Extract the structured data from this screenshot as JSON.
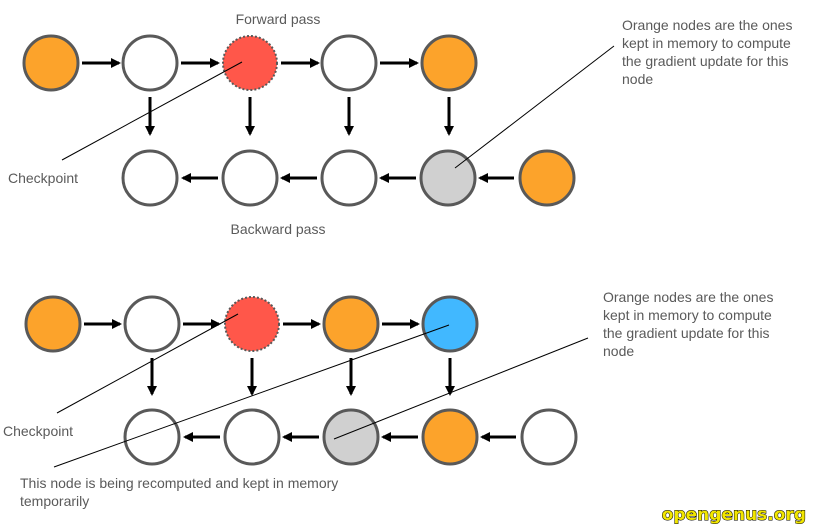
{
  "colors": {
    "orange": "#FCA32B",
    "white": "#FFFFFF",
    "red": "#FF574A",
    "gray": "#D0D0D0",
    "blue": "#41B8FF",
    "node_border": "#595959",
    "arrow": "#000000",
    "text": "#5A5A5A",
    "watermark": "#F2E600"
  },
  "diagrams": [
    {
      "name": "top",
      "forward_label": "Forward pass",
      "backward_label": "Backward pass",
      "checkpoint_label": "Checkpoint",
      "forward_nodes": [
        "orange",
        "white",
        "red-checkpoint",
        "white",
        "orange"
      ],
      "backward_nodes": [
        "white",
        "white",
        "white",
        "gray",
        "orange"
      ],
      "note_lines": [
        "Orange nodes are the ones",
        "kept in memory to compute",
        "the gradient update for this",
        "node"
      ]
    },
    {
      "name": "bottom",
      "checkpoint_label": "Checkpoint",
      "forward_nodes": [
        "orange",
        "white",
        "red-checkpoint",
        "orange",
        "blue"
      ],
      "backward_nodes": [
        "white",
        "white",
        "gray",
        "orange",
        "white"
      ],
      "note_lines": [
        "Orange nodes are the ones",
        "kept in memory to compute",
        "the gradient update for this",
        "node"
      ],
      "recompute_lines": [
        "This node is being recomputed and kept in memory",
        "temporarily"
      ]
    }
  ],
  "watermark": "opengenus.org"
}
